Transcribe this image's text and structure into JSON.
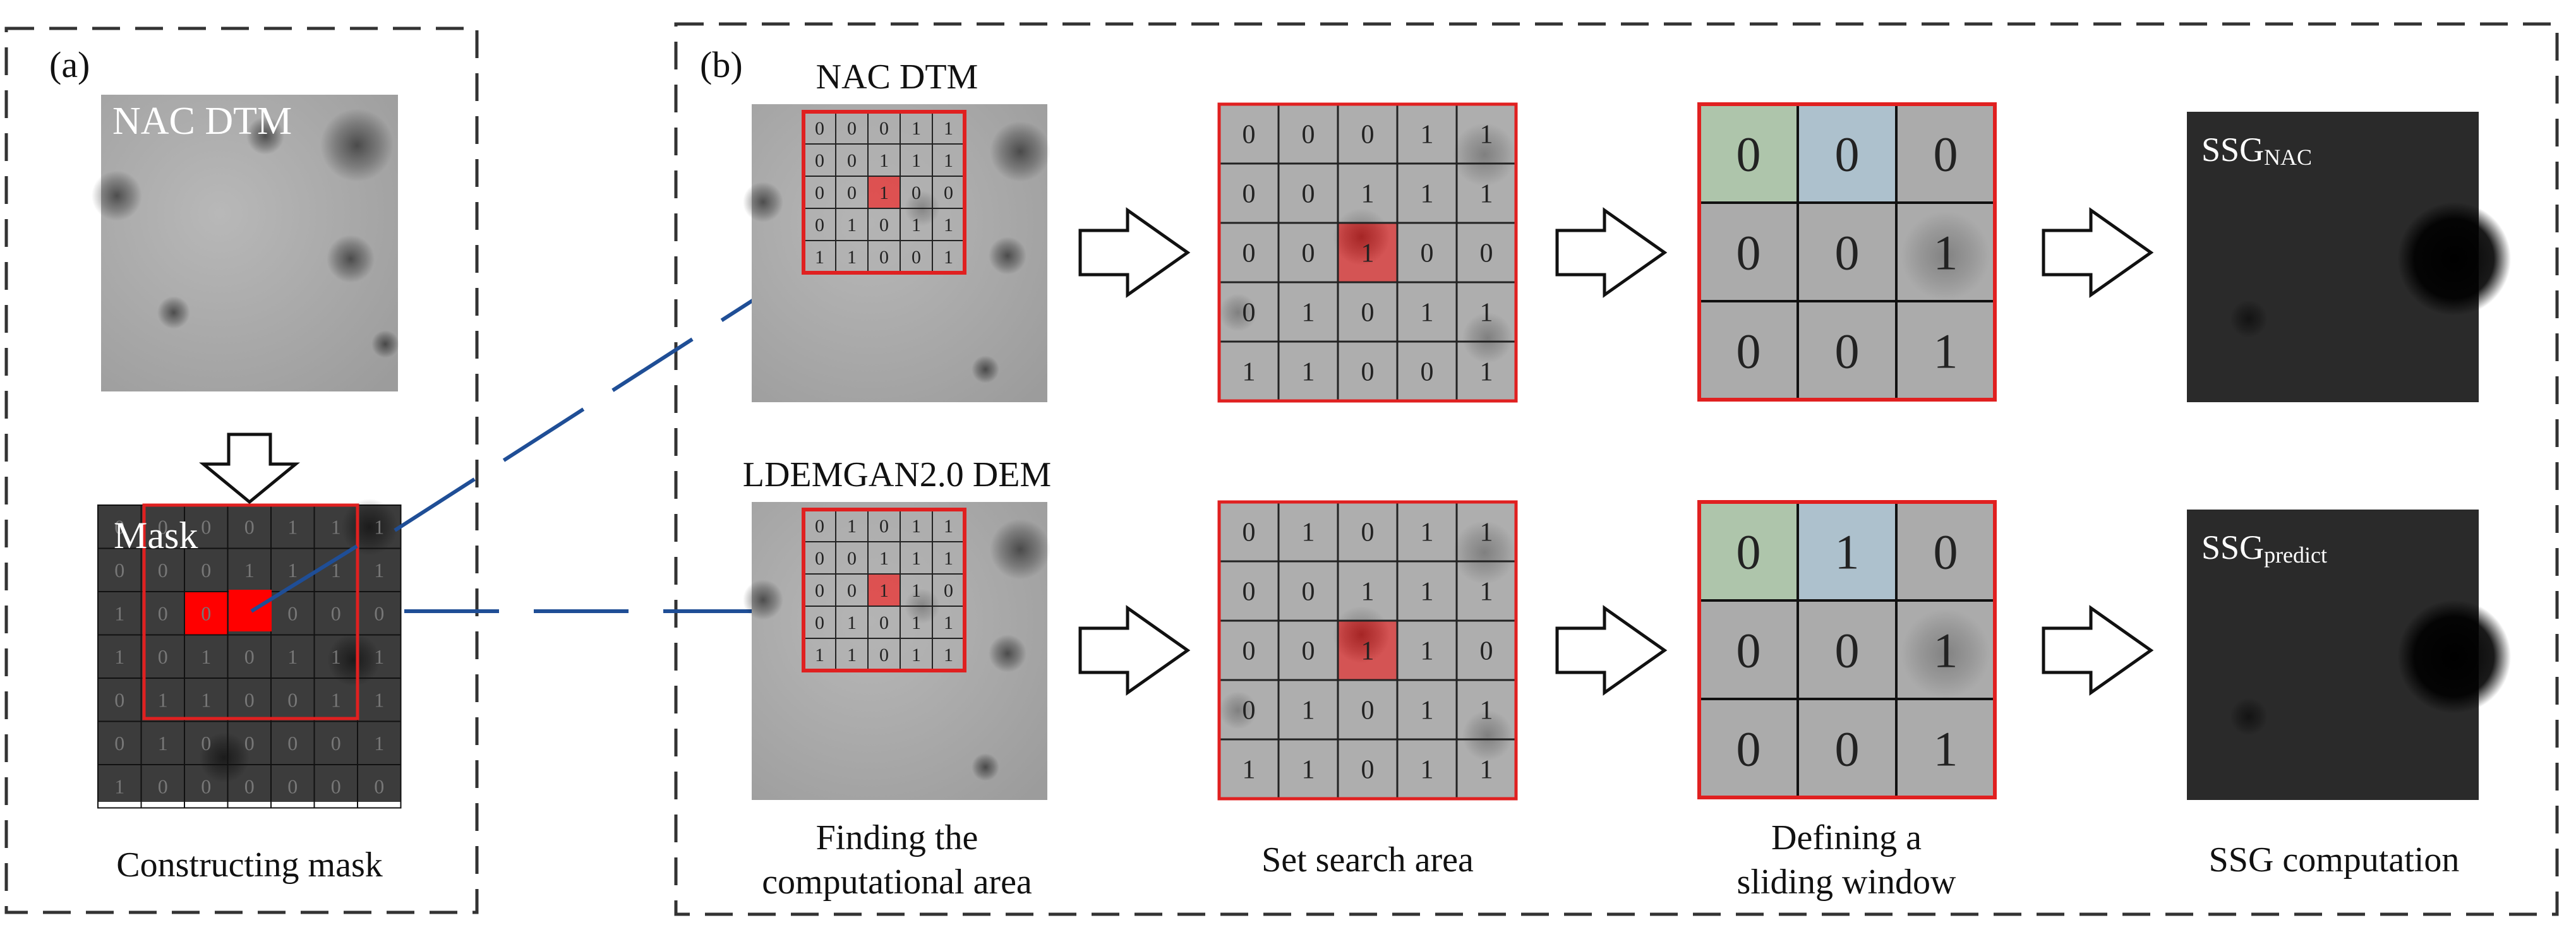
{
  "panel_a": {
    "label": "(a)",
    "dtm_title": "NAC DTM",
    "mask_title": "Mask",
    "caption": "Constructing mask",
    "mask_grid": [
      [
        "0",
        "0",
        "0",
        "0",
        "1",
        "1",
        "1"
      ],
      [
        "0",
        "0",
        "0",
        "1",
        "1",
        "1",
        "1"
      ],
      [
        "1",
        "0",
        "0",
        "1",
        "0",
        "0",
        "0"
      ],
      [
        "1",
        "0",
        "1",
        "0",
        "1",
        "1",
        "1"
      ],
      [
        "0",
        "1",
        "1",
        "0",
        "0",
        "1",
        "1"
      ],
      [
        "0",
        "1",
        "0",
        "0",
        "0",
        "0",
        "1"
      ],
      [
        "1",
        "0",
        "0",
        "0",
        "0",
        "0",
        "0"
      ]
    ]
  },
  "panel_b": {
    "label": "(b)",
    "rows": [
      {
        "title": "NAC DTM",
        "grid": [
          [
            "0",
            "0",
            "0",
            "1",
            "1"
          ],
          [
            "0",
            "0",
            "1",
            "1",
            "1"
          ],
          [
            "0",
            "0",
            "1",
            "0",
            "0"
          ],
          [
            "0",
            "1",
            "0",
            "1",
            "1"
          ],
          [
            "1",
            "1",
            "0",
            "0",
            "1"
          ]
        ],
        "window": [
          [
            "0",
            "0",
            "0"
          ],
          [
            "0",
            "0",
            "1"
          ],
          [
            "0",
            "0",
            "1"
          ]
        ],
        "result_label_main": "SSG",
        "result_label_sub": "NAC"
      },
      {
        "title": "LDEMGAN2.0 DEM",
        "grid": [
          [
            "0",
            "1",
            "0",
            "1",
            "1"
          ],
          [
            "0",
            "0",
            "1",
            "1",
            "1"
          ],
          [
            "0",
            "0",
            "1",
            "1",
            "0"
          ],
          [
            "0",
            "1",
            "0",
            "1",
            "1"
          ],
          [
            "1",
            "1",
            "0",
            "1",
            "1"
          ]
        ],
        "window": [
          [
            "0",
            "1",
            "0"
          ],
          [
            "0",
            "0",
            "1"
          ],
          [
            "0",
            "0",
            "1"
          ]
        ],
        "result_label_main": "SSG",
        "result_label_sub": "predict"
      }
    ],
    "captions": [
      [
        "Finding the",
        "computational area"
      ],
      [
        "Set search area"
      ],
      [
        "Defining a",
        "sliding window"
      ],
      [
        "SSG computation"
      ]
    ]
  },
  "colors": {
    "highlight": "#ff0000",
    "frame": "#e02020",
    "connector": "#1f4e96",
    "window_green": "#b7e0b0",
    "window_blue": "#b5d8ee"
  }
}
